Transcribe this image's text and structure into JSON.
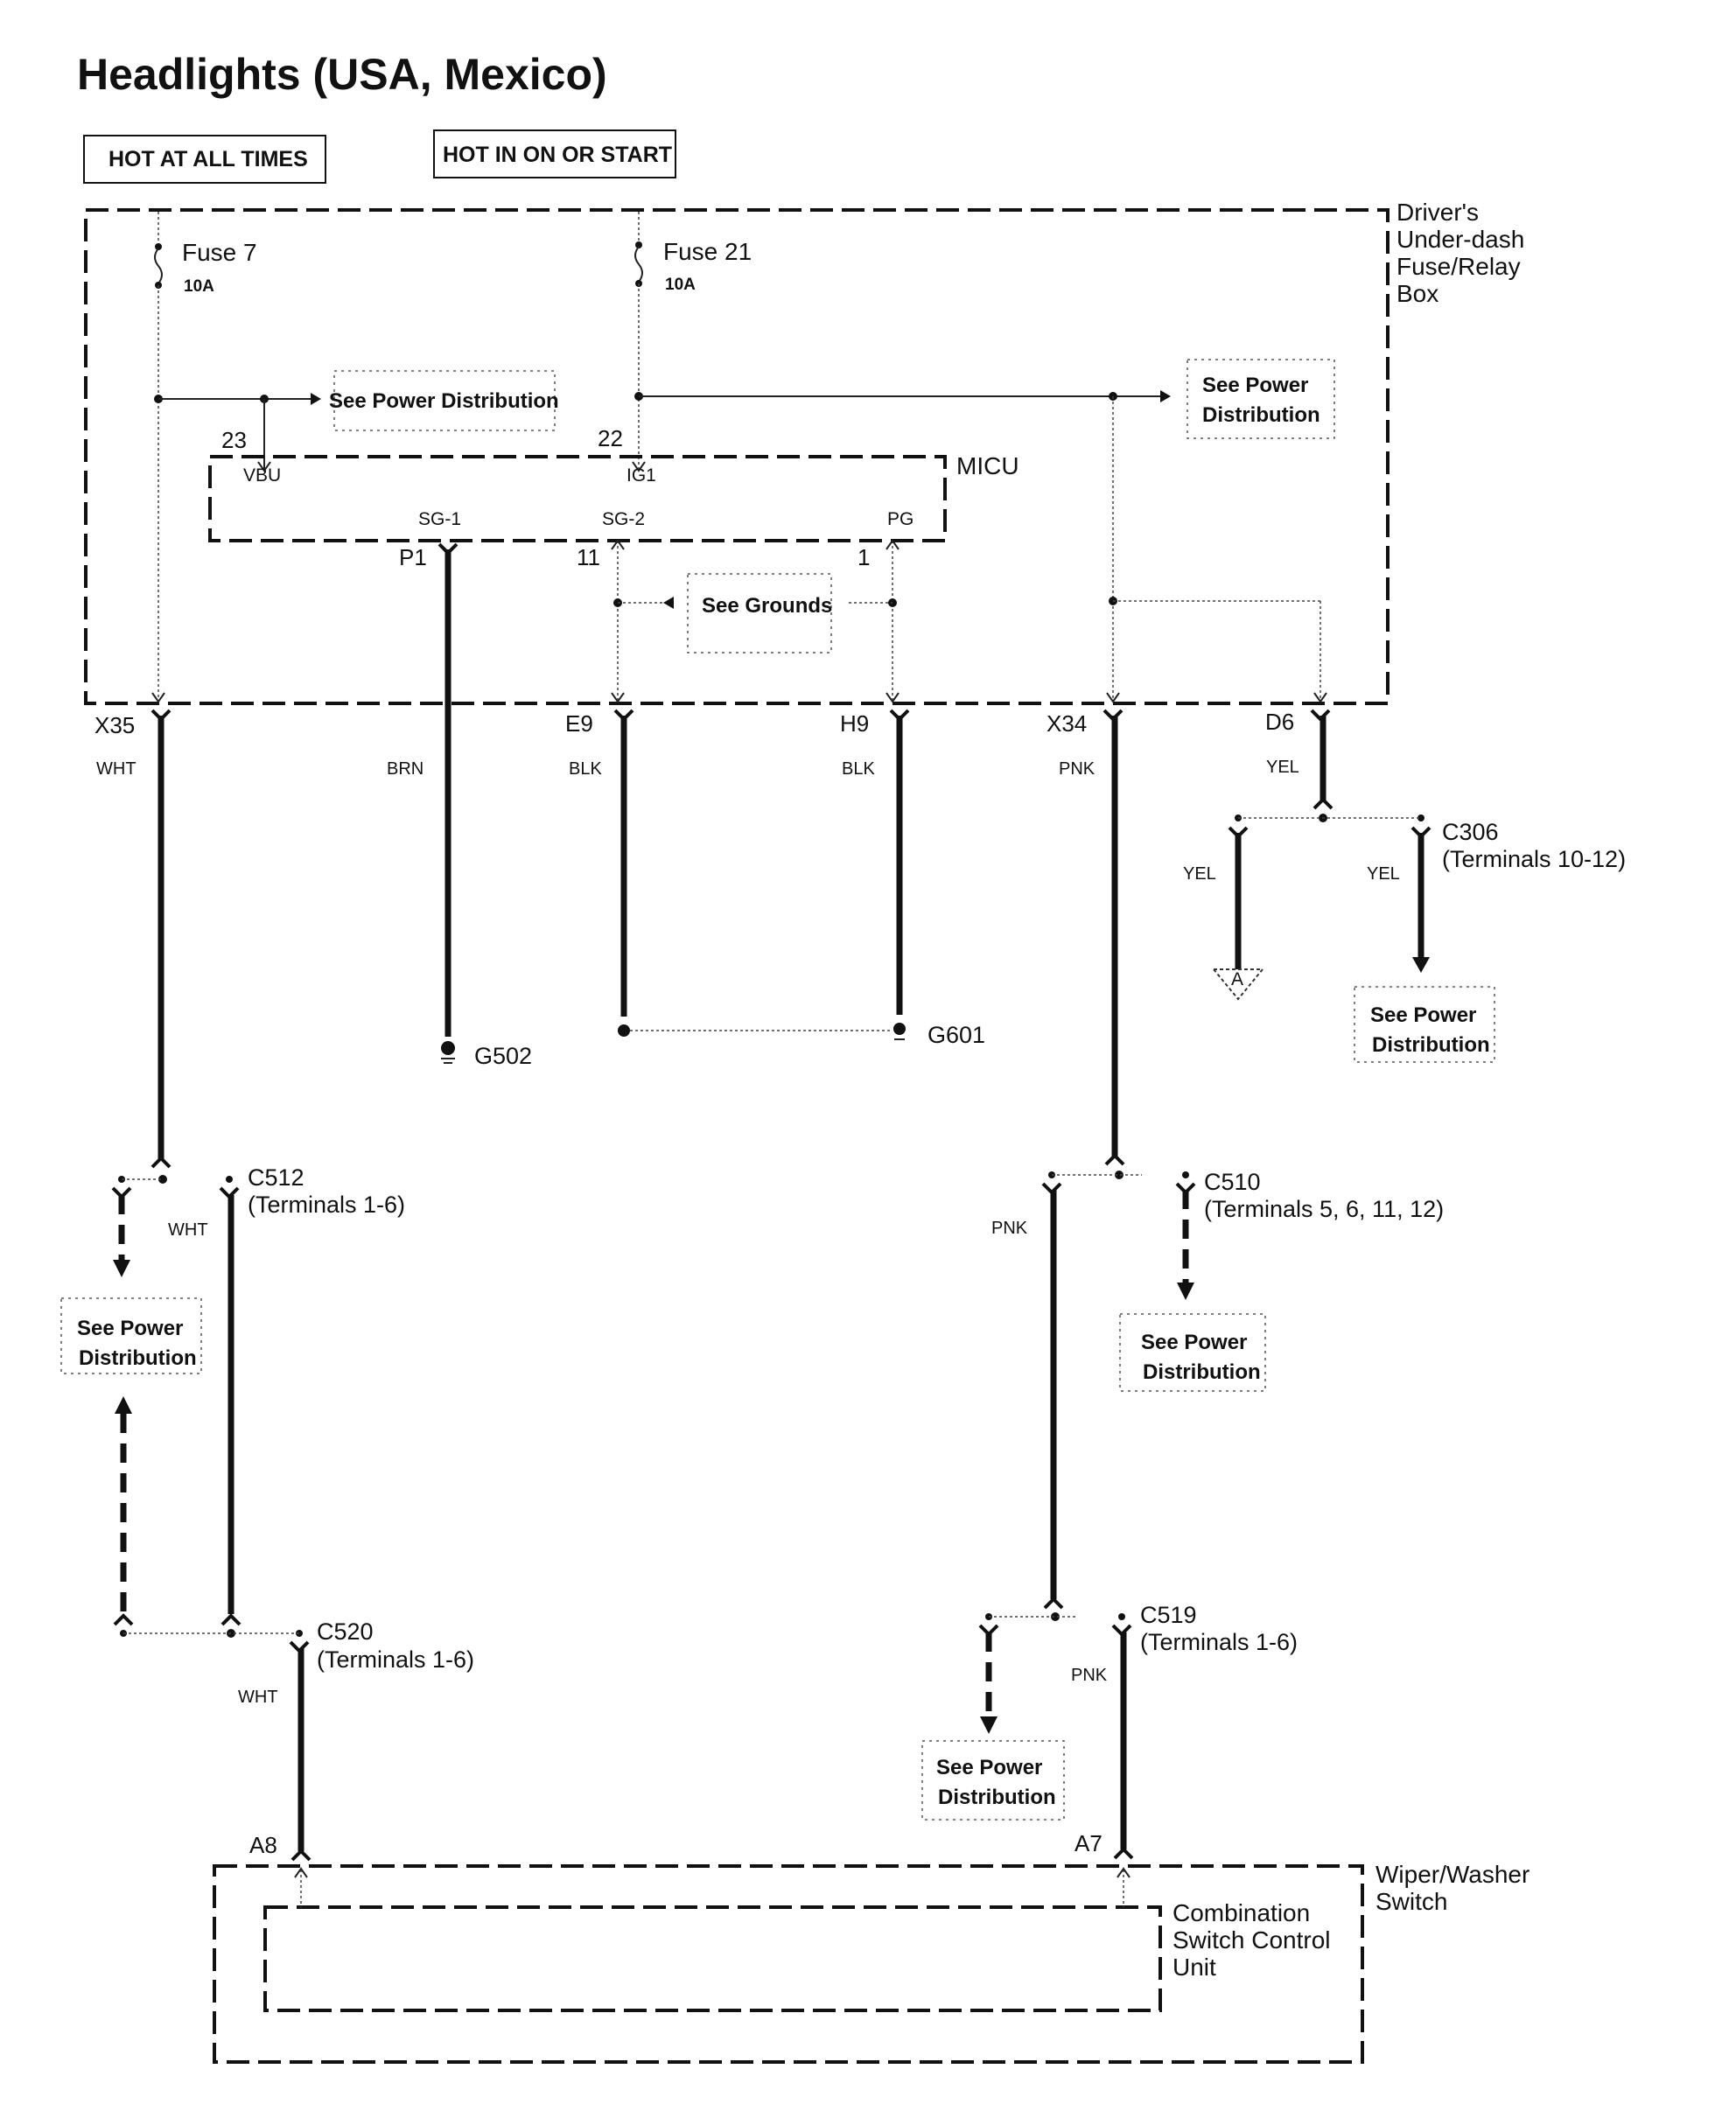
{
  "title": "Headlights (USA, Mexico)",
  "legend": {
    "hot_at_all_times": "HOT AT ALL TIMES",
    "hot_in_on_or_start": "HOT IN ON OR START"
  },
  "fuse_box": {
    "label_lines": [
      "Driver's",
      "Under-dash",
      "Fuse/Relay",
      "Box"
    ],
    "fuse7": {
      "name": "Fuse 7",
      "rating": "10A"
    },
    "fuse21": {
      "name": "Fuse 21",
      "rating": "10A"
    },
    "see_power_dist_1": "See Power Distribution",
    "see_power_dist_2": [
      "See Power",
      "Distribution"
    ],
    "see_grounds": "See Grounds"
  },
  "micu": {
    "label": "MICU",
    "pin23": "23",
    "pin22": "22",
    "vbu": "VBU",
    "ig1": "IG1",
    "sg1": "SG-1",
    "sg2": "SG-2",
    "pg": "PG",
    "p1": "P1",
    "pin11": "11",
    "pin1": "1"
  },
  "terminals": {
    "x35": "X35",
    "e9": "E9",
    "h9": "H9",
    "x34": "X34",
    "d6": "D6",
    "a8": "A8",
    "a7": "A7"
  },
  "wire_colors": {
    "x35": "WHT",
    "p1": "BRN",
    "e9": "BLK",
    "h9": "BLK",
    "x34": "PNK",
    "d6": "YEL",
    "yel_a": "YEL",
    "yel_c306": "YEL",
    "c512_wht": "WHT",
    "c520_wht": "WHT",
    "c510_pnk": "PNK",
    "c519_pnk": "PNK"
  },
  "grounds": {
    "g502": "G502",
    "g601": "G601"
  },
  "connectors": {
    "c306": {
      "name": "C306",
      "terminals": "(Terminals 10-12)"
    },
    "c512": {
      "name": "C512",
      "terminals": "(Terminals 1-6)"
    },
    "c520": {
      "name": "C520",
      "terminals": "(Terminals 1-6)"
    },
    "c510": {
      "name": "C510",
      "terminals": "(Terminals 5, 6, 11, 12)"
    },
    "c519": {
      "name": "C519",
      "terminals": "(Terminals 1-6)"
    }
  },
  "ref_a": "A",
  "see_power": {
    "line1": "See Power",
    "line2": "Distribution"
  },
  "wiper": {
    "label_lines": [
      "Wiper/Washer",
      "Switch"
    ],
    "unit_lines": [
      "Combination",
      "Switch Control",
      "Unit"
    ]
  }
}
